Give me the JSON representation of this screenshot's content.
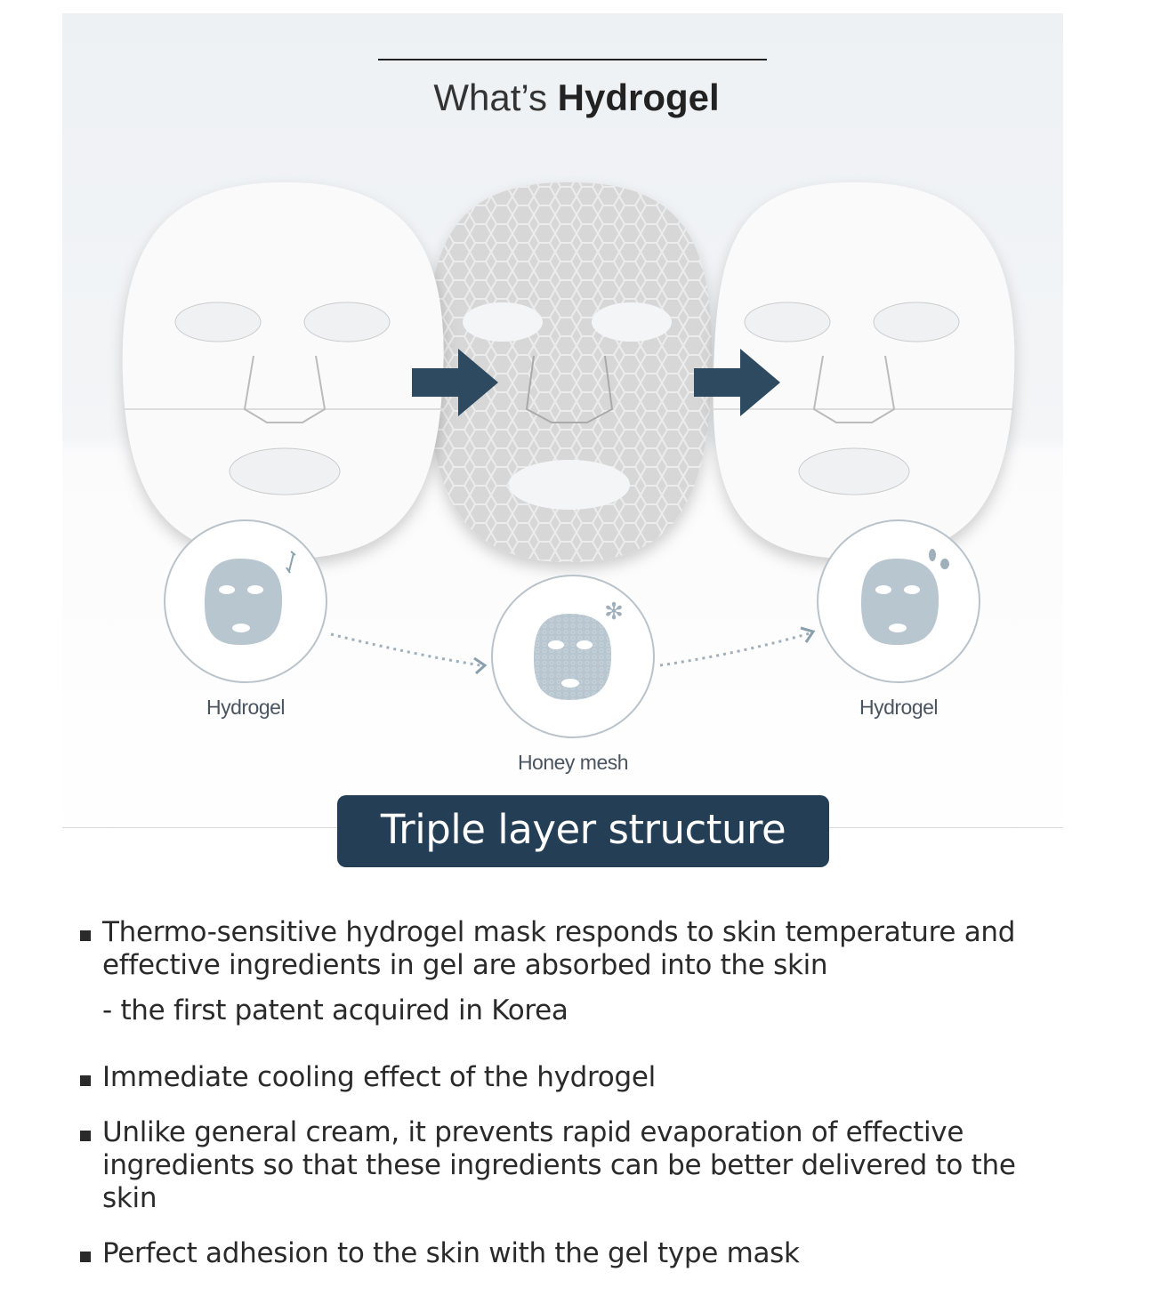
{
  "title": {
    "prefix": "What’s ",
    "bold": "Hydrogel"
  },
  "layers": [
    {
      "label": "Hydrogel",
      "icon": "stretch-arrow-icon"
    },
    {
      "label": "Honey mesh",
      "icon": "flower-icon"
    },
    {
      "label": "Hydrogel",
      "icon": "water-drop-icon"
    }
  ],
  "banner": "Triple layer structure",
  "bullets": [
    {
      "text": "Thermo-sensitive hydrogel mask responds to skin temperature and effective ingredients in gel are absorbed into the skin",
      "sub": "- the first patent acquired in Korea"
    },
    {
      "text": "Immediate cooling effect of the hydrogel"
    },
    {
      "text": "Unlike general cream, it prevents rapid evaporation of effective ingredients so that these ingredients can be better delivered to the skin"
    },
    {
      "text": "Perfect adhesion to the skin with the gel type mask"
    }
  ],
  "colors": {
    "accent": "#243f55",
    "arrow": "#2d4a60",
    "icon_fill": "#b7c6cf"
  }
}
